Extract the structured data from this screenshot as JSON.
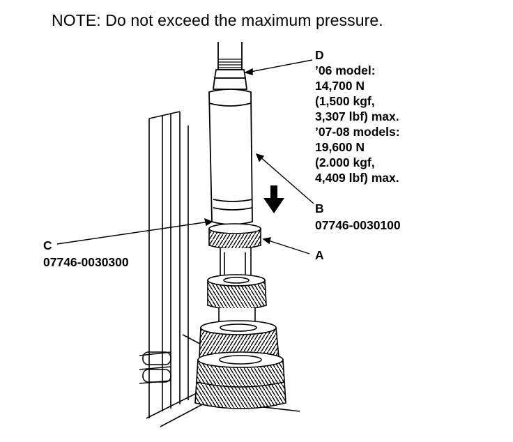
{
  "note": "NOTE: Do not exceed the maximum pressure.",
  "labels": {
    "d": {
      "letter": "D",
      "lines": [
        "’06 model:",
        "14,700 N",
        "(1,500 kgf,",
        "3,307 lbf) max.",
        "’07-08 models:",
        "19,600 N",
        "(2.000 kgf,",
        "4,409 lbf) max."
      ]
    },
    "b": {
      "letter": "B",
      "part": "07746-0030100"
    },
    "c": {
      "letter": "C",
      "part": "07746-0030300"
    },
    "a": {
      "letter": "A"
    }
  }
}
